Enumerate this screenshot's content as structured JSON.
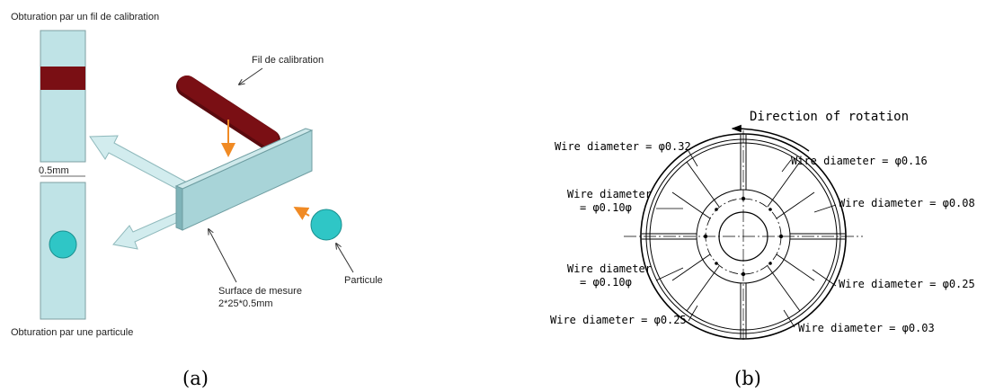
{
  "panel_a": {
    "caption": "(a)",
    "top_title": "Obturation par un fil de calibration",
    "bottom_title": "Obturation par une particule",
    "width_label": "0.5mm",
    "wire_label": "Fil de calibration",
    "surface_label_line1": "Surface de mesure",
    "surface_label_line2": "2*25*0.5mm",
    "particle_label": "Particule",
    "colors": {
      "strip": "#bfe3e6",
      "wire": "#7a0f14",
      "particle": "#2fc6c6",
      "arrow": "#f08a24"
    }
  },
  "panel_b": {
    "caption": "(b)",
    "rotation_label": "Direction of rotation",
    "labels": {
      "w032": "Wire diameter = φ0.32",
      "w016": "Wire diameter = φ0.16",
      "w010a_1": "Wire diameter",
      "w010a_2": "= φ0.10φ",
      "w008": "Wire diameter = φ0.08",
      "w010b_1": "Wire diameter",
      "w010b_2": "= φ0.10φ",
      "w025r": "Wire diameter = φ0.25",
      "w025l": "Wire diameter = φ0.25",
      "w003": "Wire diameter = φ0.03"
    }
  }
}
